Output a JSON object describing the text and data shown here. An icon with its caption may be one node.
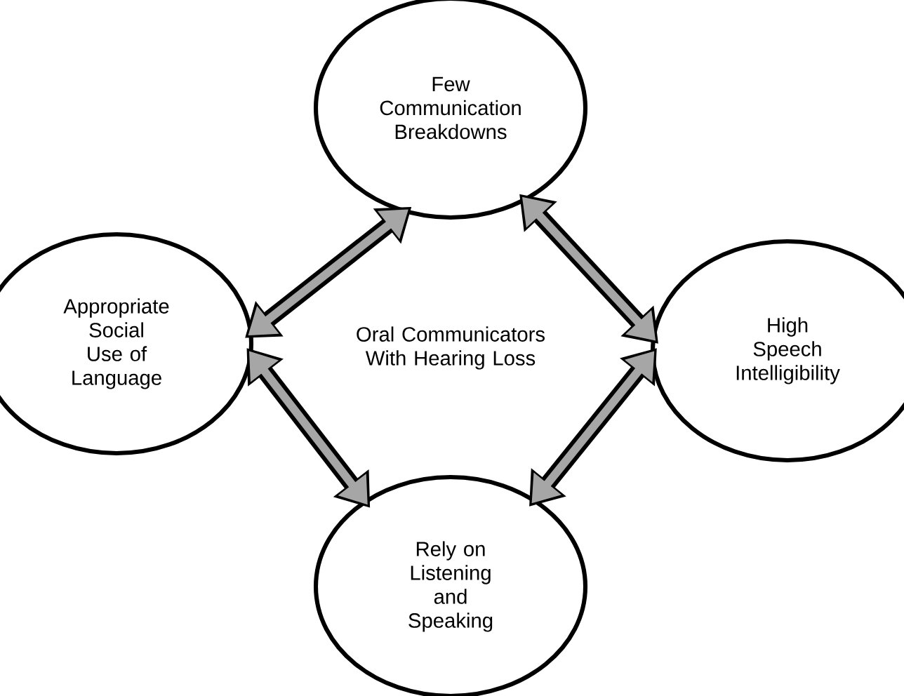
{
  "diagram": {
    "nodes": [
      {
        "text": [
          "Few Communication Breakdowns"
        ]
      },
      {
        "text": [
          "Appropriate Social Use of Language"
        ]
      },
      {
        "text": [
          "High Speech Intelligibility"
        ]
      },
      {
        "text": [
          "Rely on Listening and Speaking"
        ]
      }
    ],
    "edges": [
      {
        "from": 0,
        "to": 1,
        "arrow": "both"
      },
      {
        "from": 0,
        "to": 2,
        "arrow": "both"
      },
      {
        "from": 1,
        "to": 3,
        "arrow": "both"
      },
      {
        "from": 2,
        "to": 3,
        "arrow": "both"
      }
    ],
    "labels": [
      "Oral Communicators With Hearing Loss"
    ]
  }
}
